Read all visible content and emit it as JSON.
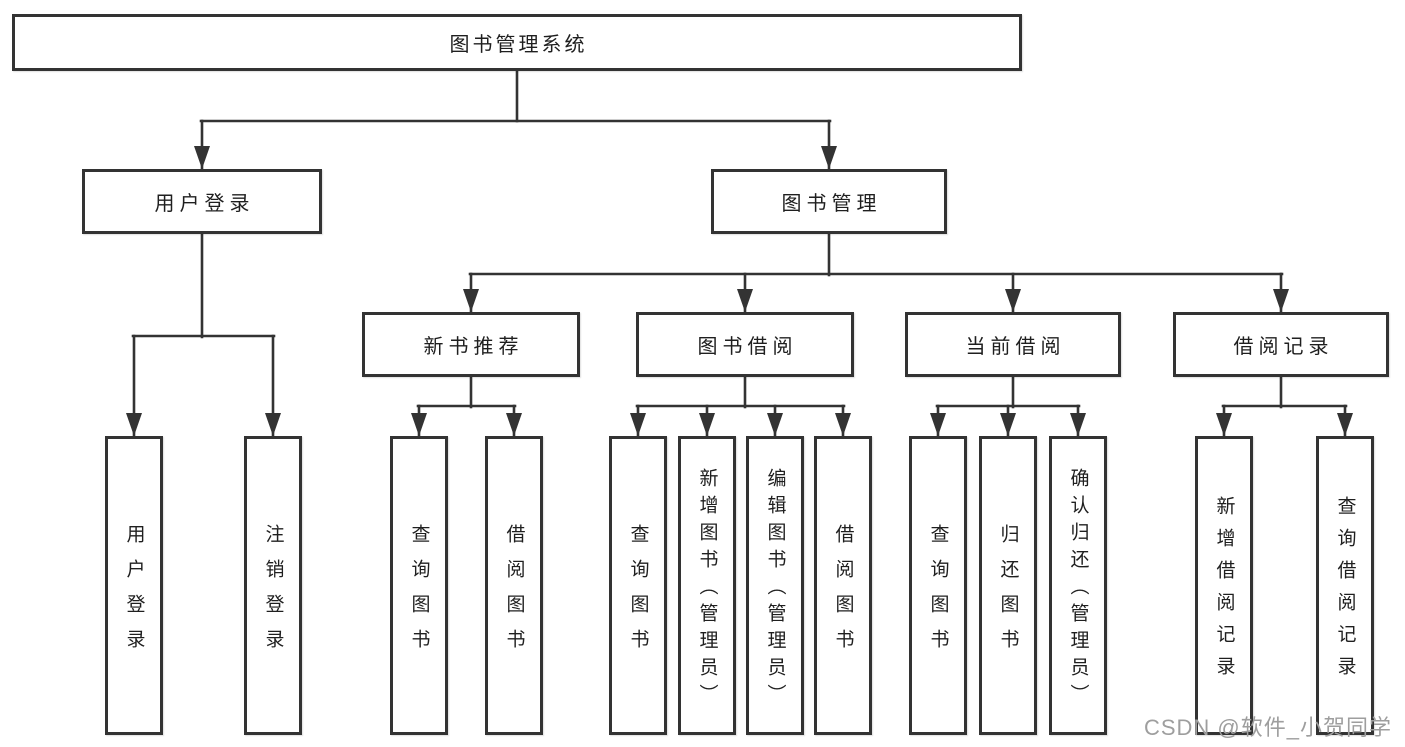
{
  "nodes": {
    "root": "图书管理系统",
    "user_login": "用户登录",
    "book_mgmt": "图书管理",
    "new_book_rec": "新书推荐",
    "book_borrow": "图书借阅",
    "current_borrow": "当前借阅",
    "borrow_record": "借阅记录",
    "leaves": {
      "ul_login": "用户登录",
      "ul_logout": "注销登录",
      "nb_query": "查询图书",
      "nb_borrow": "借阅图书",
      "bb_query": "查询图书",
      "bb_add": "新增图书（管理员）",
      "bb_edit": "编辑图书（管理员）",
      "bb_borrow": "借阅图书",
      "cb_query": "查询图书",
      "cb_return": "归还图书",
      "cb_confirm": "确认归还（管理员）",
      "br_add": "新增借阅记录",
      "br_query": "查询借阅记录"
    }
  },
  "watermark": "CSDN @软件_小贺同学",
  "colors": {
    "line": "#333333",
    "text": "#1f1f1f",
    "watermark": "#9e9e9e",
    "background": "#ffffff"
  }
}
